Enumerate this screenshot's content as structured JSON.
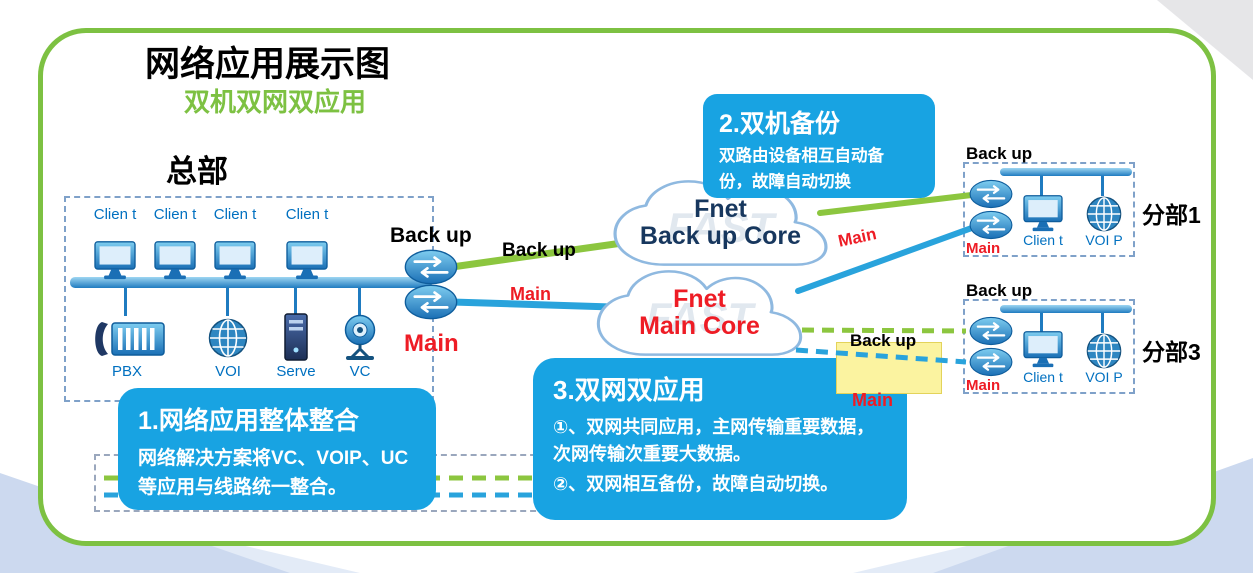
{
  "header": {
    "title": "网络应用展示图",
    "subtitle": "双机双网双应用"
  },
  "hq": {
    "name": "总部",
    "client_label": "Clien t",
    "pbx_label": "PBX",
    "voip_label": "VOI",
    "server_label": "Serve",
    "vc_label": "VC",
    "backup_router_label": "Back up",
    "main_router_label": "Main"
  },
  "trunk": {
    "backup_link_label": "Back up",
    "main_link_label": "Main"
  },
  "clouds": {
    "backup": {
      "brand": "Fnet",
      "name": "Back up Core",
      "watermark": "FAST"
    },
    "main": {
      "brand": "Fnet",
      "name": "Main Core",
      "watermark": "FAST"
    }
  },
  "branch1": {
    "name": "分部1",
    "backup_label": "Back up",
    "main_label": "Main",
    "client_label": "Clien t",
    "voip_label": "VOI P",
    "link_main_label": "Main"
  },
  "branch3": {
    "name": "分部3",
    "backup_label": "Back up",
    "main_label": "Main",
    "client_label": "Clien t",
    "voip_label": "VOI P",
    "link_backup_label": "Back up",
    "link_main_label": "Main"
  },
  "callouts": {
    "c1": {
      "title": "1.网络应用整体整合",
      "body": "网络解决方案将VC、VOIP、UC等应用与线路统一整合。"
    },
    "c2": {
      "title": "2.双机备份",
      "body": "双路由设备相互自动备份，故障自动切换"
    },
    "c3": {
      "title": "3.双网双应用",
      "body1": "①、双网共同应用，主网传输重要数据，次网传输次重要大数据。",
      "body2": "②、双网相互备份，故障自动切换。"
    }
  },
  "colors": {
    "accent_green": "#7DC142",
    "callout_blue": "#18A3E2",
    "line_blue": "#29A3DC",
    "line_green": "#8CC63F",
    "alert_red": "#EE1C25",
    "label_blue": "#0070C0",
    "cloud_text_navy": "#17375E",
    "highlight_yellow": "#FBF3A0"
  }
}
